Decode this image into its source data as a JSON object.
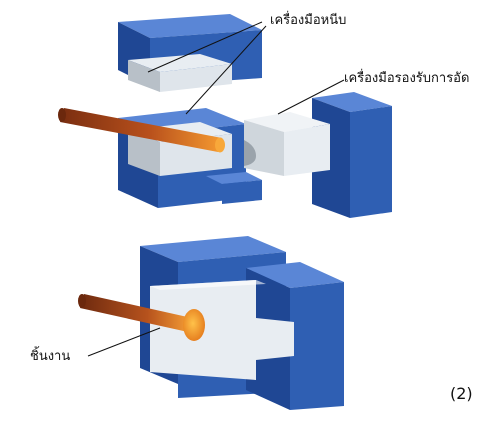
{
  "labels": {
    "clamp_tool": "เครื่องมือหนีบ",
    "support_tool": "เครื่องมือรองรับการอัด",
    "workpiece": "ชิ้นงาน"
  },
  "figure_number": "(2)",
  "colors": {
    "block_front": "#2f5fb3",
    "block_top": "#5a86d6",
    "block_side": "#1f4794",
    "insert_light": "#e8edf2",
    "insert_shadow": "#b8c0c8",
    "rod_dark": "#8a3a12",
    "rod_light": "#f08a2a",
    "leader": "#111111"
  }
}
